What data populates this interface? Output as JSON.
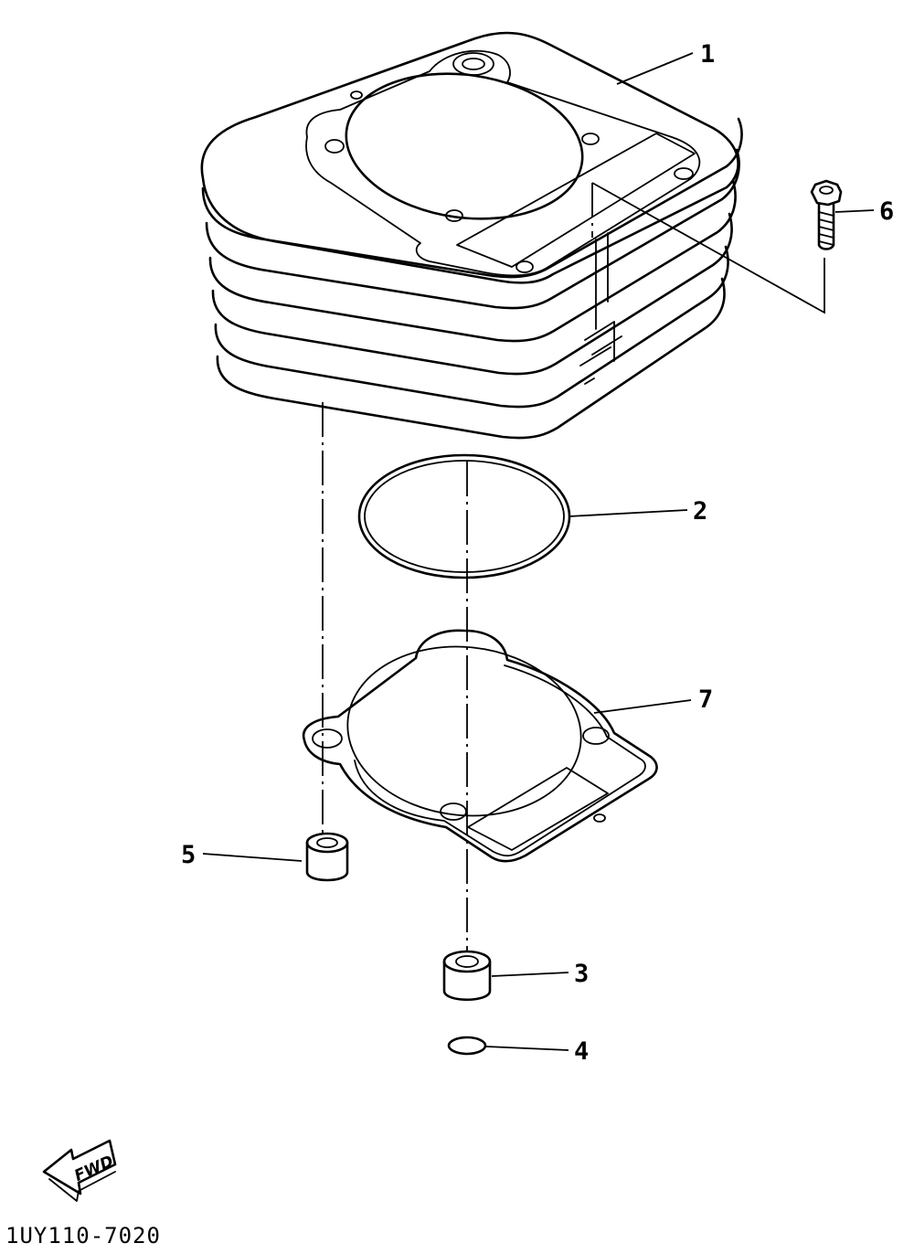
{
  "callouts": {
    "c1": "1",
    "c2": "2",
    "c3": "3",
    "c4": "4",
    "c5": "5",
    "c6": "6",
    "c7": "7"
  },
  "fwd_label": "FWD",
  "drawing_code": "1UY110-7020"
}
